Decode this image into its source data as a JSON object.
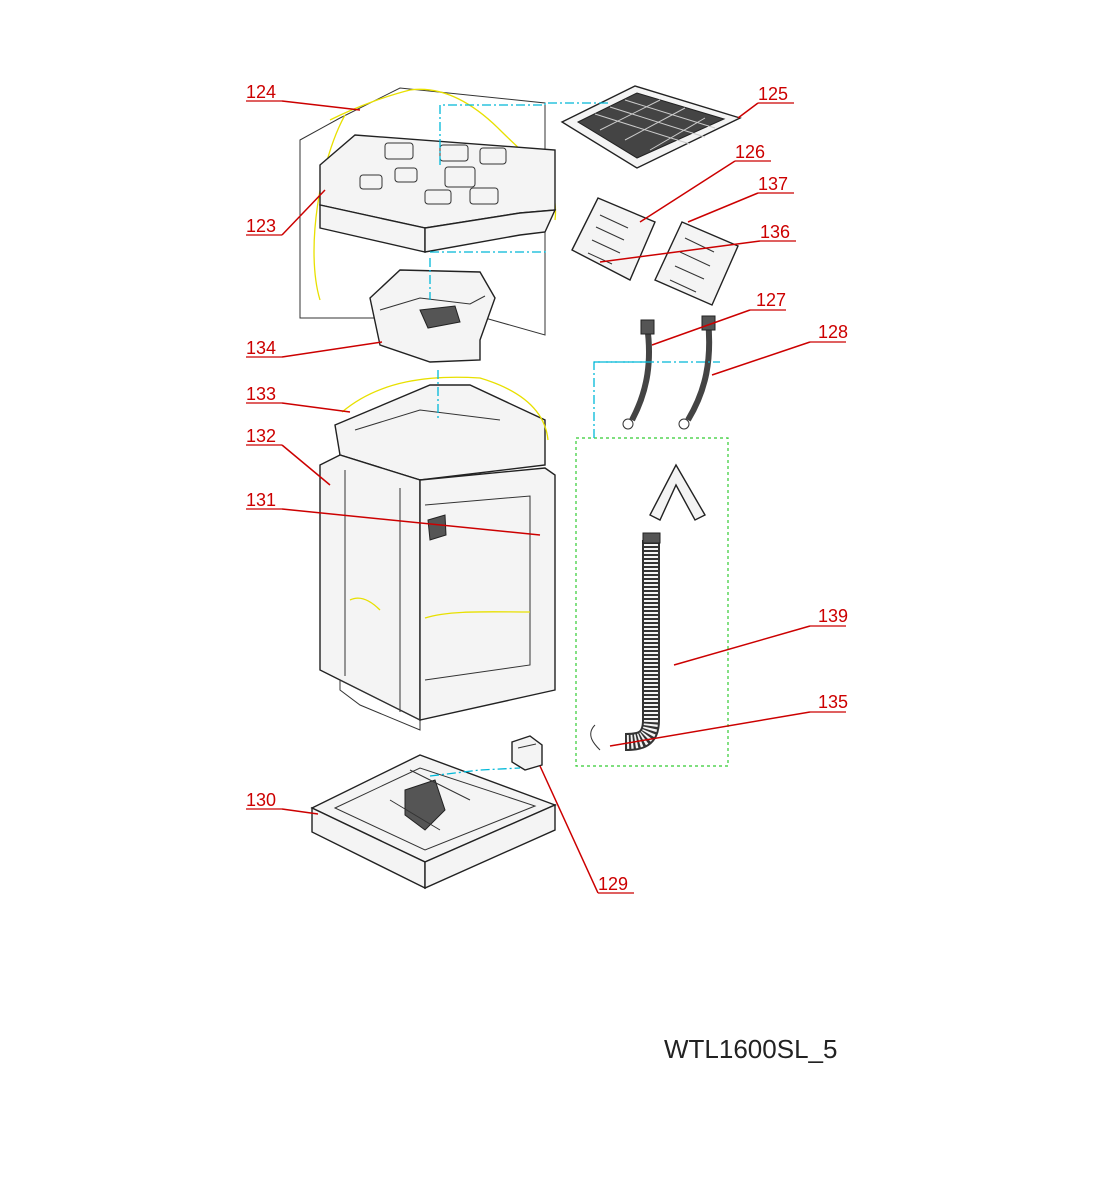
{
  "model_code": "WTL1600SL_5",
  "part_numbers": {
    "p123": "123",
    "p124": "124",
    "p125": "125",
    "p126": "126",
    "p127": "127",
    "p128": "128",
    "p129": "129",
    "p130": "130",
    "p131": "131",
    "p132": "132",
    "p133": "133",
    "p134": "134",
    "p135": "135",
    "p136": "136",
    "p137": "137",
    "p139": "139"
  },
  "colors": {
    "label": "#cc0000",
    "assembly_line": "#00b8d8",
    "wire_line": "#e8e000",
    "group_box": "#33cc33"
  }
}
